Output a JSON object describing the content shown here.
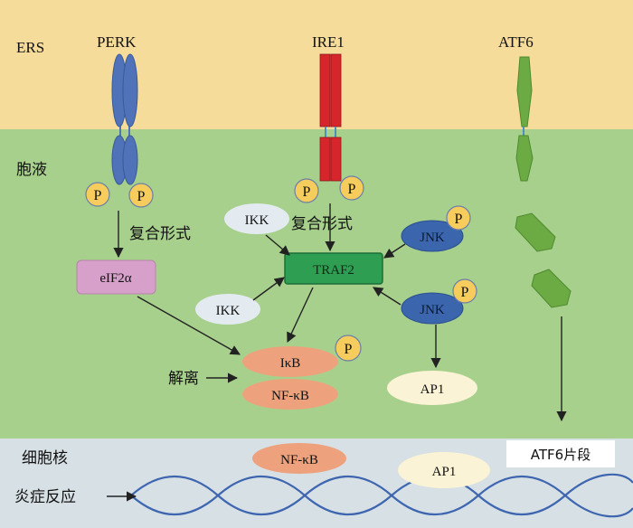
{
  "regions": {
    "ers": "ERS",
    "cytoplasm": "胞液",
    "nucleus": "细胞核"
  },
  "receptors": {
    "perk": "PERK",
    "ire1": "IRE1",
    "atf6": "ATF6"
  },
  "nodes": {
    "p": "P",
    "complex_label": "复合形式",
    "eif2a": "eIF2α",
    "ikk": "IKK",
    "traf2": "TRAF2",
    "jnk": "JNK",
    "ikb": "IκB",
    "nfkb": "NF-κB",
    "ap1": "AP1",
    "dissociation": "解离",
    "atf6_fragment": "ATF6片段",
    "inflammation": "炎症反应"
  },
  "colors": {
    "ers_band": "#f5dc9b",
    "cytoplasm": "#a8d08d",
    "nucleus": "#d7e0e5",
    "perk_blue": "#4f72b8",
    "ire1_red": "#d7262b",
    "atf6_green": "#6cab43",
    "phospho_yellow": "#f6cd5c",
    "eif2a_pink": "#d6a0cb",
    "traf2_green": "#2e9e52",
    "jnk_blue": "#3b66ae",
    "salmon": "#eda27d",
    "cream": "#fbf3d5",
    "ikk_light": "#e3ebf1",
    "dna_blue": "#3e66b0"
  }
}
